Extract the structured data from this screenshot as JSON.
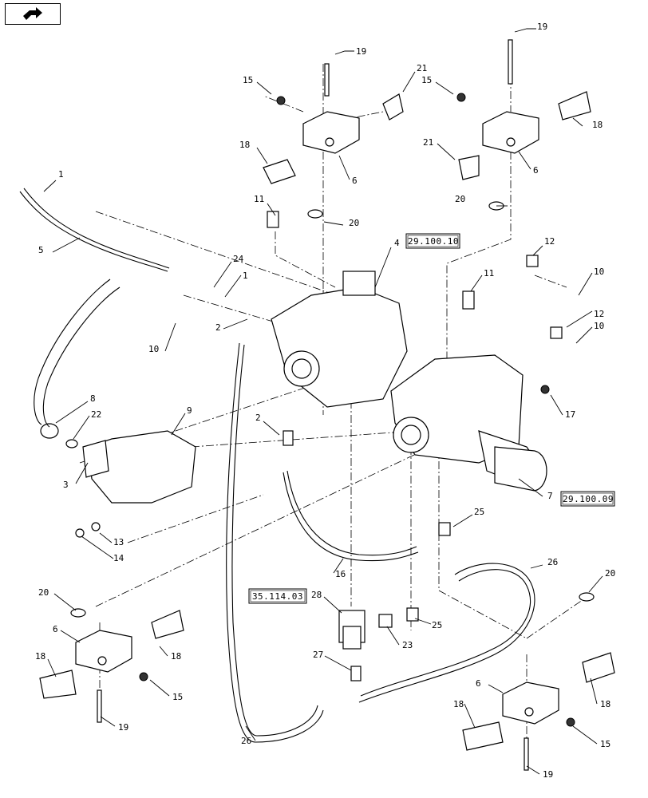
{
  "nav": {
    "icon": "next-page-icon"
  },
  "references": [
    {
      "id": "ref-29-100-10",
      "text": "29.100.10"
    },
    {
      "id": "ref-29-100-09",
      "text": "29.100.09"
    },
    {
      "id": "ref-35-114-03",
      "text": "35.114.03"
    }
  ],
  "callouts": [
    {
      "id": "c19a",
      "text": "19"
    },
    {
      "id": "c19b",
      "text": "19"
    },
    {
      "id": "c15a",
      "text": "15"
    },
    {
      "id": "c21a",
      "text": "21"
    },
    {
      "id": "c15b",
      "text": "15"
    },
    {
      "id": "c18a",
      "text": "18"
    },
    {
      "id": "c18b",
      "text": "18"
    },
    {
      "id": "c6a",
      "text": "6"
    },
    {
      "id": "c21b",
      "text": "21"
    },
    {
      "id": "c6b",
      "text": "6"
    },
    {
      "id": "c1a",
      "text": "1"
    },
    {
      "id": "c11a",
      "text": "11"
    },
    {
      "id": "c20a",
      "text": "20"
    },
    {
      "id": "c20b",
      "text": "20"
    },
    {
      "id": "c4",
      "text": "4"
    },
    {
      "id": "c5",
      "text": "5"
    },
    {
      "id": "c12a",
      "text": "12"
    },
    {
      "id": "c24",
      "text": "24"
    },
    {
      "id": "c1b",
      "text": "1"
    },
    {
      "id": "c11b",
      "text": "11"
    },
    {
      "id": "c10a",
      "text": "10"
    },
    {
      "id": "c12b",
      "text": "12"
    },
    {
      "id": "c2a",
      "text": "2"
    },
    {
      "id": "c10b",
      "text": "10"
    },
    {
      "id": "c10c",
      "text": "10"
    },
    {
      "id": "c17",
      "text": "17"
    },
    {
      "id": "c8",
      "text": "8"
    },
    {
      "id": "c22",
      "text": "22"
    },
    {
      "id": "c9",
      "text": "9"
    },
    {
      "id": "c2b",
      "text": "2"
    },
    {
      "id": "c3",
      "text": "3"
    },
    {
      "id": "c7",
      "text": "7"
    },
    {
      "id": "c25a",
      "text": "25"
    },
    {
      "id": "c13",
      "text": "13"
    },
    {
      "id": "c14",
      "text": "14"
    },
    {
      "id": "c26a",
      "text": "26"
    },
    {
      "id": "c16",
      "text": "16"
    },
    {
      "id": "c20c",
      "text": "20"
    },
    {
      "id": "c20d",
      "text": "20"
    },
    {
      "id": "c28",
      "text": "28"
    },
    {
      "id": "c6c",
      "text": "6"
    },
    {
      "id": "c18c",
      "text": "18"
    },
    {
      "id": "c25b",
      "text": "25"
    },
    {
      "id": "c23",
      "text": "23"
    },
    {
      "id": "c18d",
      "text": "18"
    },
    {
      "id": "c27",
      "text": "27"
    },
    {
      "id": "c15c",
      "text": "15"
    },
    {
      "id": "c6d",
      "text": "6"
    },
    {
      "id": "c18e",
      "text": "18"
    },
    {
      "id": "c18f",
      "text": "18"
    },
    {
      "id": "c19c",
      "text": "19"
    },
    {
      "id": "c26b",
      "text": "26"
    },
    {
      "id": "c15d",
      "text": "15"
    },
    {
      "id": "c19d",
      "text": "19"
    }
  ]
}
